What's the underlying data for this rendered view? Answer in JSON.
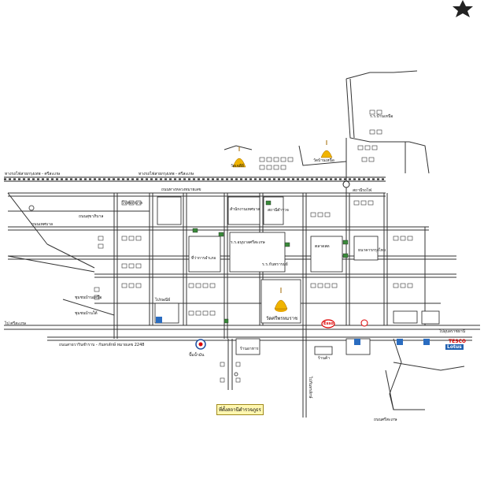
{
  "map": {
    "labels": {
      "rail_left": "ทางรถไฟสายกรุงเทพ - ศรีสะเกษ",
      "rail_mid": "ทางรถไฟสายกรุงเทพ - ศรีสะเกษ",
      "road_top_left": "ถนนทางหลวงหมายเลข",
      "road_left_mid": "ถนนสุขาภิบาล",
      "road_left_main": "ถนนเทศบาล",
      "road_bottom_left": "ถนนสายวารินชำราบ - กันทรลักษ์ หมายเลข 2248",
      "highway_right": "ไปอุบลราชธานี",
      "highway_left": "ไป ศรีสะเกษ",
      "road_south": "ไปกันทรลักษ์",
      "road_south2": "ถนนศรีสะเกษ",
      "temple_center": "วัดศรีพรหมราช",
      "temple_top": "วัดเจดีย์",
      "temple_top2": "วัดบ้านเหนือ",
      "school1": "ร.ร.อนุบาลศรีสะเกษ",
      "school2": "ร.ร.กันทรารมย์",
      "office1": "สำนักงานเทศบาล",
      "office2": "สถานีตำรวจ",
      "office3": "ที่ว่าการอำเภอ",
      "market": "ตลาดสด",
      "hospital": "โรงพยาบาล",
      "bank": "ธนาคารกรุงไทย",
      "post": "ไปรษณีย์",
      "station": "สถานีรถไฟ",
      "gas": "ปั๊มน้ำมัน",
      "shop1": "ร้านค้า",
      "shop2": "ร้านอาหาร",
      "target": "ที่ตั้งสถานีตำรวจภูธร",
      "brand_esso": "Esso",
      "brand_tesco": "TESCO",
      "brand_lotus": "Lotus",
      "school3": "ร.ร.บ้านเหนือ",
      "area1": "ชุมชนบ้านใต้",
      "area2": "ชุมชนบ้านเหนือ"
    }
  }
}
